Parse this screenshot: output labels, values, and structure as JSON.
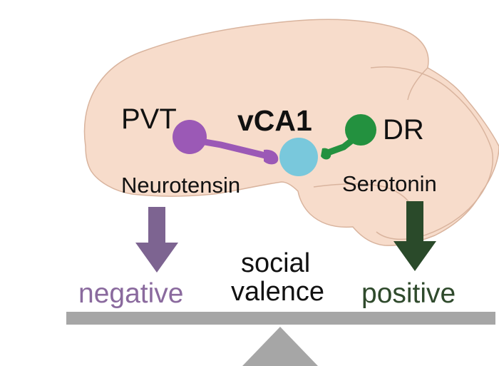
{
  "regions": {
    "pvt": "PVT",
    "vca1": "vCA1",
    "dr": "DR"
  },
  "transmitters": {
    "left": "Neurotensin",
    "right": "Serotonin"
  },
  "valence": {
    "negative": "negative",
    "center_line1": "social",
    "center_line2": "valence",
    "positive": "positive"
  },
  "colors": {
    "brain_fill": "#f7dccb",
    "brain_stroke": "#d9b49e",
    "pvt_neuron": "#9b59b6",
    "dr_neuron": "#23913f",
    "vca1_target": "#79c8dc",
    "negative_arrow": "#7d6491",
    "positive_arrow": "#2a4a2a",
    "negative_text": "#8a6a9e",
    "positive_text": "#2f4a2c",
    "seesaw": "#a6a6a6"
  }
}
